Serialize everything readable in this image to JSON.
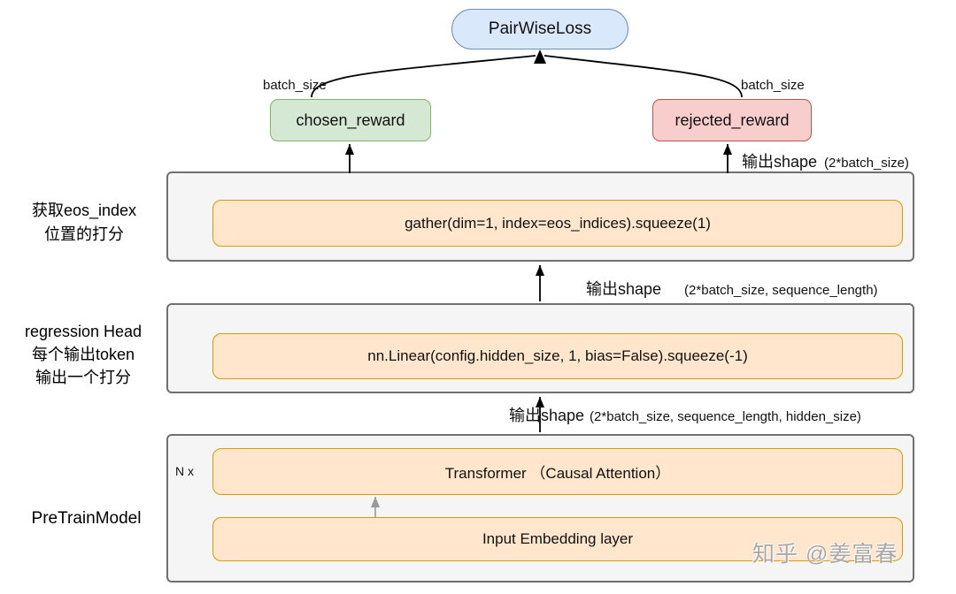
{
  "diagram": {
    "loss_node": {
      "label": "PairWiseLoss"
    },
    "chosen": {
      "label": "chosen_reward",
      "dim_label": "batch_size"
    },
    "rejected": {
      "label": "rejected_reward",
      "dim_label": "batch_size"
    },
    "shape_labels": [
      {
        "prefix": "输出shape",
        "dims": "(2*batch_size)"
      },
      {
        "prefix": "输出shape",
        "dims": "(2*batch_size, sequence_length)"
      },
      {
        "prefix": "输出shape",
        "dims": "(2*batch_size, sequence_length, hidden_size)"
      }
    ],
    "blocks": [
      {
        "side_label": "获取eos_index\n位置的打分",
        "code": "gather(dim=1, index=eos_indices).squeeze(1)"
      },
      {
        "side_label": "regression Head\n每个输出token\n输出一个打分",
        "code": "nn.Linear(config.hidden_size, 1, bias=False).squeeze(-1)"
      },
      {
        "side_label": "PreTrainModel",
        "repeat_label": "N x",
        "layers": [
          "Transformer （Causal Attention）",
          "Input Embedding layer"
        ]
      }
    ],
    "watermark": "知乎 @姜富春"
  },
  "colors": {
    "loss_fill": "#dae8fc",
    "loss_border": "#6c8ebf",
    "chosen_fill": "#d5e8d4",
    "chosen_border": "#82b366",
    "rejected_fill": "#f8cecc",
    "rejected_border": "#b85450",
    "code_fill": "#ffe6cc",
    "code_border": "#d79b00",
    "outer_fill": "#f5f5f5",
    "outer_border": "#707070",
    "arrow": "#000000",
    "arrow_muted": "#999999",
    "watermark_text": "#a8a8a8"
  }
}
